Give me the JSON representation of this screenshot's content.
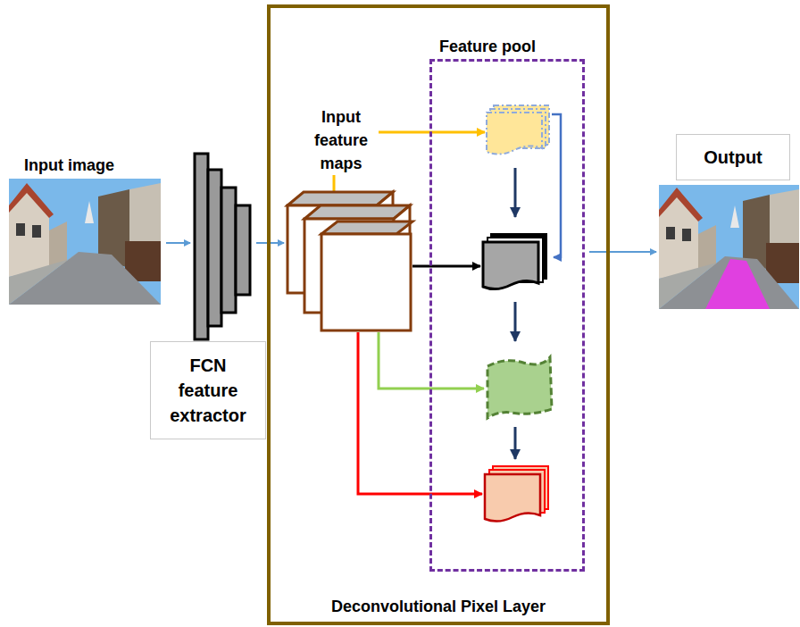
{
  "diagram": {
    "nodes": [
      {
        "text": [
          "FCN feature extractor"
        ]
      },
      {
        "text": [
          "Deconvolutional Pixel Layer"
        ]
      },
      {
        "text": [
          "Feature pool"
        ],
        "in": 1
      },
      {
        "text": [
          "Output"
        ]
      }
    ],
    "labels": [
      "Input image",
      "Input feature maps"
    ]
  }
}
